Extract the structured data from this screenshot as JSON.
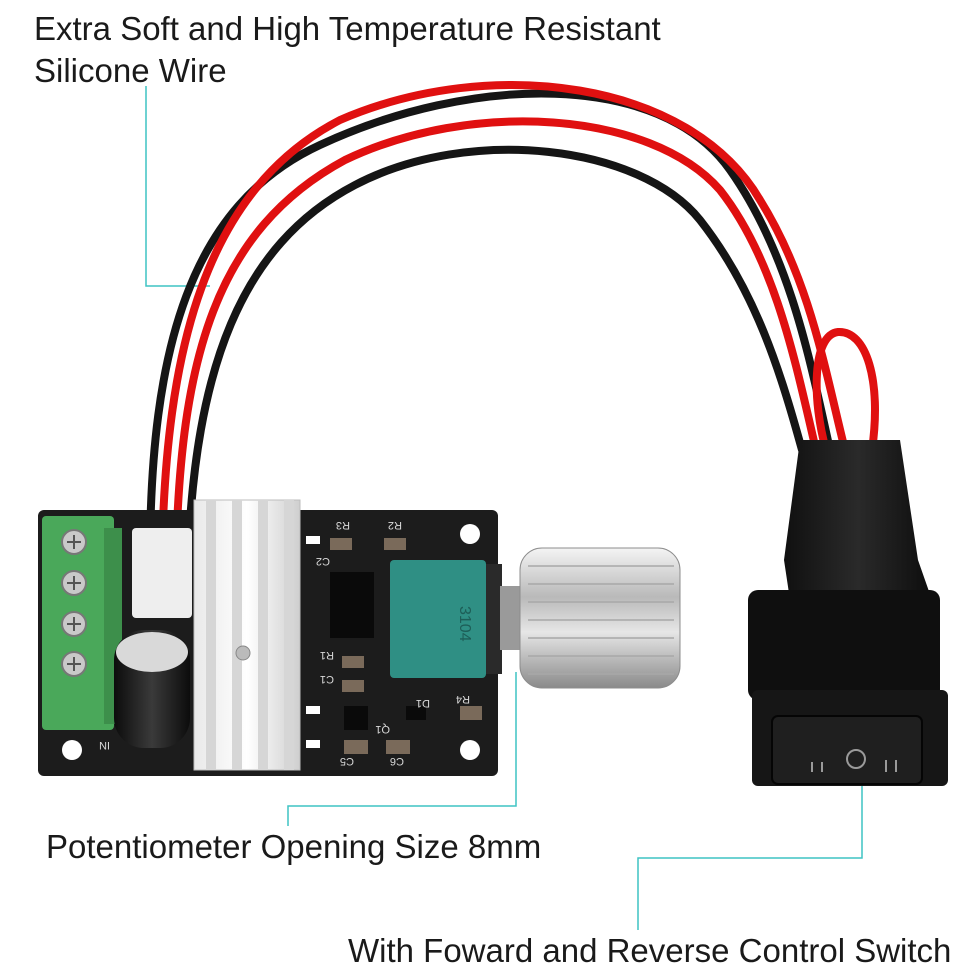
{
  "captions": {
    "wire_line1": "Extra Soft and High Temperature Resistant",
    "wire_line2": "Silicone Wire",
    "potentiometer": "Potentiometer Opening Size 8mm",
    "switch": "With Foward and Reverse Control Switch"
  },
  "board_labels": {
    "in": "IN",
    "r1": "R1",
    "r2": "R2",
    "r3": "R3",
    "r4": "R4",
    "c1": "C1",
    "c2": "C2",
    "c5": "C5",
    "c6": "C6",
    "q1": "Q1",
    "d1": "D1",
    "pot_code": "3104"
  },
  "colors": {
    "leader_line": "#3fc4c4",
    "wire_red": "#e01010",
    "wire_black": "#151515",
    "pcb": "#1c1c1c",
    "terminal_green": "#4aa85a",
    "pot_teal": "#2f8f84"
  }
}
